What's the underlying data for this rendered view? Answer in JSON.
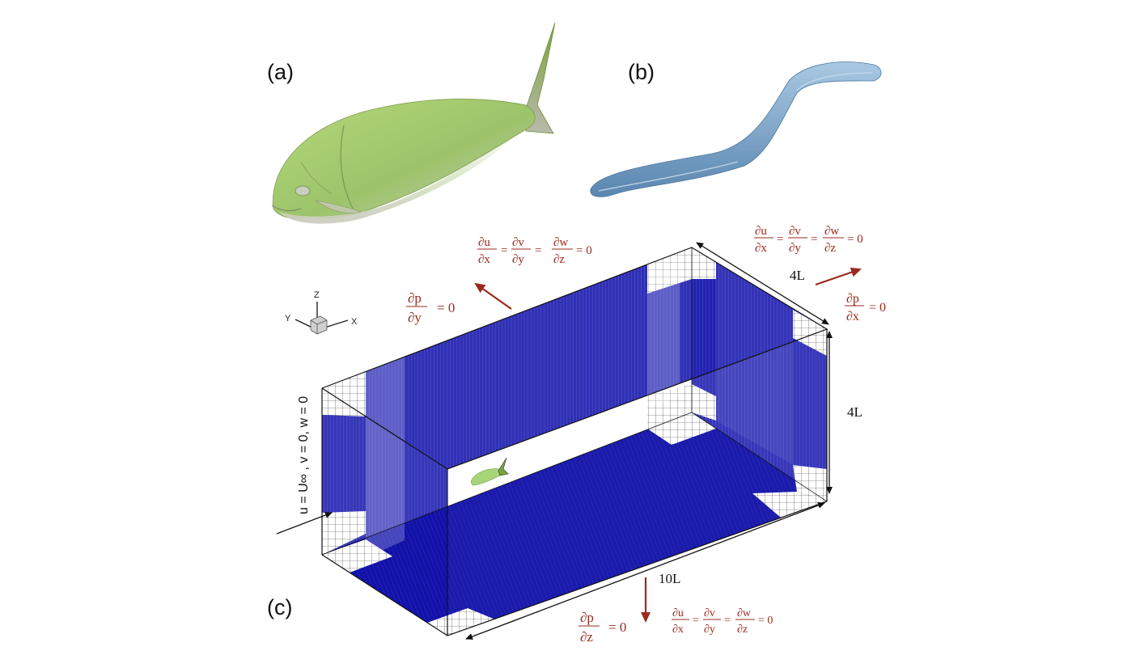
{
  "panels": {
    "a": "(a)",
    "b": "(b)",
    "c": "(c)"
  },
  "axes": {
    "z": "Z",
    "y": "Y",
    "x": "X"
  },
  "dimensions": {
    "width": "4L",
    "height": "4L",
    "length": "10L"
  },
  "inlet_bc": "u =  U∞ , v = 0, w = 0",
  "bc_top": {
    "du": "∂u",
    "dx": "∂x",
    "dv": "∂v",
    "dy": "∂y",
    "dw": "∂w",
    "dz": "∂z",
    "eq": "=",
    "zero": "= 0"
  },
  "bc_right": {
    "du": "∂u",
    "dx": "∂x",
    "dv": "∂v",
    "dy": "∂y",
    "dw": "∂w",
    "dz": "∂z",
    "eq": "=",
    "zero": "= 0"
  },
  "bc_bottom": {
    "du": "∂u",
    "dx": "∂x",
    "dv": "∂v",
    "dy": "∂y",
    "dw": "∂w",
    "dz": "∂z",
    "eq": "=",
    "zero": "= 0"
  },
  "pressure_y": {
    "num": "∂p",
    "den": "∂y",
    "zero": "=  0"
  },
  "pressure_x": {
    "num": "∂p",
    "den": "∂x",
    "zero": "=  0"
  },
  "pressure_z": {
    "num": "∂p",
    "den": "∂z",
    "zero": "=  0"
  },
  "colors": {
    "mesh_blue": "#1a1aa8",
    "bc_red": "#9a2a1e",
    "fish_green": "#9cc46a",
    "eel_blue": "#7ea7cc"
  }
}
